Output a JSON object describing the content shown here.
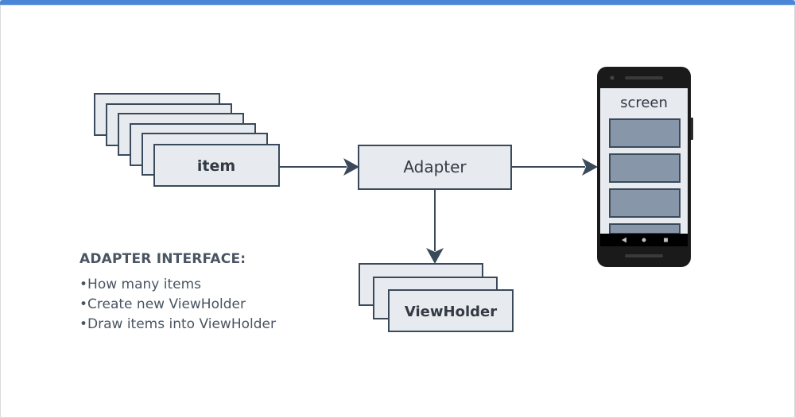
{
  "diagram": {
    "item_label": "item",
    "adapter_label": "Adapter",
    "viewholder_label": "ViewHolder",
    "screen_label": "screen"
  },
  "caption": {
    "title": "ADAPTER INTERFACE:",
    "bullets": [
      "How many items",
      "Create new ViewHolder",
      "Draw items into ViewHolder"
    ]
  },
  "colors": {
    "accent_bar": "#4a86d8",
    "box_fill": "#e7eaee",
    "box_stroke": "#3a4a5a",
    "screen_item_fill": "#8797a9"
  }
}
